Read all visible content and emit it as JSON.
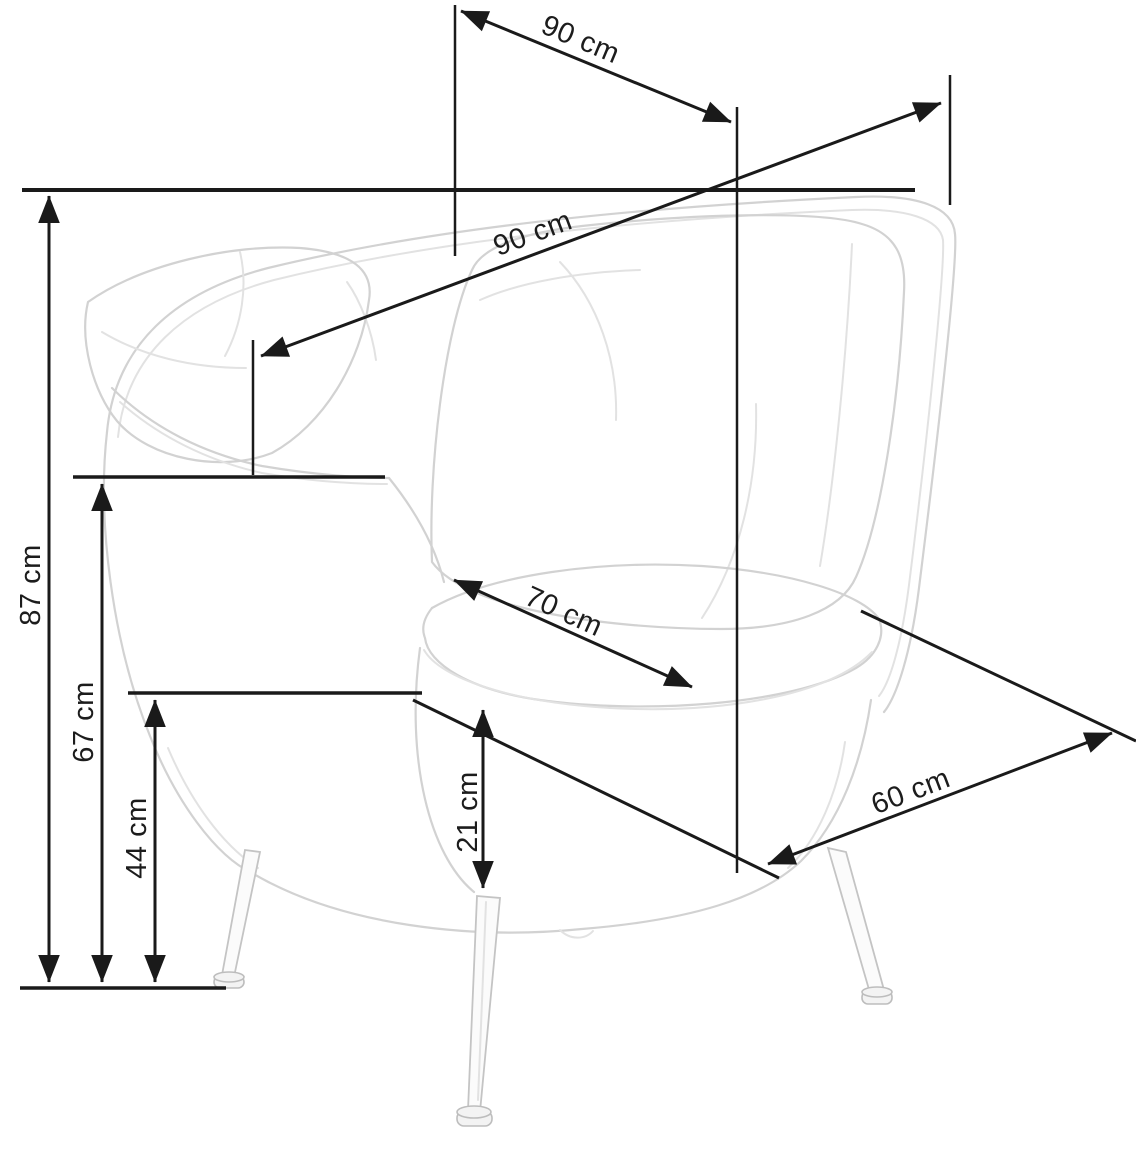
{
  "diagram": {
    "subject": "armchair dimension drawing",
    "unit": "cm",
    "colors": {
      "dimension_lines": "#1a1a1a",
      "sketch_lines": "#d2d2d2",
      "background": "#ffffff"
    },
    "measurements": {
      "backrest_width": {
        "name": "backrest width (top)",
        "value": 90,
        "label": "90 cm"
      },
      "frame_diagonal": {
        "name": "frame diagonal width",
        "value": 90,
        "label": "90 cm"
      },
      "overall_height": {
        "name": "overall height",
        "value": 87,
        "label": "87 cm"
      },
      "armrest_height": {
        "name": "armrest height",
        "value": 67,
        "label": "67 cm"
      },
      "seat_height": {
        "name": "seat height",
        "value": 44,
        "label": "44 cm"
      },
      "seat_width": {
        "name": "seat cushion width",
        "value": 70,
        "label": "70 cm"
      },
      "seat_base_height": {
        "name": "seat base height",
        "value": 21,
        "label": "21 cm"
      },
      "seat_depth": {
        "name": "seat depth",
        "value": 60,
        "label": "60 cm"
      }
    }
  }
}
